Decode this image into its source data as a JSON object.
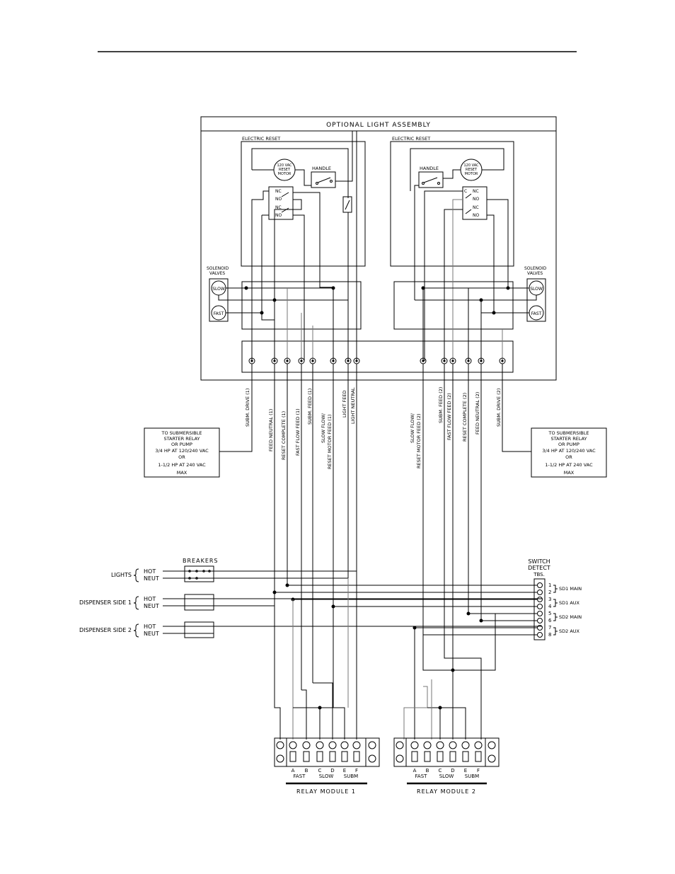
{
  "panel": {
    "title": "OPTIONAL LIGHT ASSEMBLY",
    "left_reset_label": "ELECTRIC RESET",
    "right_reset_label": "ELECTRIC RESET",
    "motor_label": [
      "120 VAC",
      "RESET",
      "MOTOR"
    ],
    "handle_label": "HANDLE",
    "nc_label": "NC",
    "no_label": "NO",
    "c_label": "C",
    "solenoid_label": [
      "SOLENOID",
      "VALVES"
    ],
    "slow_label": "SLOW",
    "fast_label": "FAST"
  },
  "wire_labels_left": [
    "SUBM. DRIVE (1)",
    "FEED NEUTRAL (1)",
    "RESET COMPLETE (1)",
    "FAST FLOW FEED (1)",
    "SUBM. FEED (1)",
    "SLOW FLOW/",
    "RESET MOTOR FEED (1)",
    "LIGHT FEED",
    "LIGHT NEUTRAL"
  ],
  "wire_labels_right": [
    "SLOW FLOW/",
    "RESET MOTOR FEED (2)",
    "SUBM. FEED (2)",
    "FAST FLOW FEED (2)",
    "RESET COMPLETE (2)",
    "FEED NEUTRAL (2)",
    "SUBM. DRIVE (2)"
  ],
  "subm_note_left": [
    "TO SUBMERSIBLE",
    "STARTER RELAY",
    "OR PUMP",
    "3/4 HP AT 120/240 VAC",
    "OR",
    "1-1/2 HP AT 240 VAC",
    "MAX"
  ],
  "subm_note_right": [
    "TO SUBMERSIBLE",
    "STARTER RELAY",
    "OR PUMP",
    "3/4 HP AT 120/240 VAC",
    "OR",
    "1-1/2 HP AT 240 VAC",
    "MAX"
  ],
  "breakers": {
    "title": "BREAKERS",
    "rows": [
      {
        "name": "LIGHTS",
        "hot": "HOT",
        "neut": "NEUT"
      },
      {
        "name": "DISPENSER SIDE 1",
        "hot": "HOT",
        "neut": "NEUT"
      },
      {
        "name": "DISPENSER SIDE 2",
        "hot": "HOT",
        "neut": "NEUT"
      }
    ]
  },
  "switch_detect": {
    "title": [
      "SWITCH",
      "DETECT",
      "TBS."
    ],
    "terminals": [
      "1",
      "2",
      "3",
      "4",
      "5",
      "6",
      "7",
      "8"
    ],
    "groups": [
      "SD1 MAIN",
      "SD1 AUX",
      "SD2 MAIN",
      "SD2 AUX"
    ]
  },
  "relay_modules": [
    {
      "name": "RELAY MODULE 1",
      "terminals": [
        "A",
        "B",
        "C",
        "D",
        "E",
        "F"
      ],
      "groups": [
        "FAST",
        "SLOW",
        "SUBM"
      ]
    },
    {
      "name": "RELAY MODULE 2",
      "terminals": [
        "A",
        "B",
        "C",
        "D",
        "E",
        "F"
      ],
      "groups": [
        "FAST",
        "SLOW",
        "SUBM"
      ]
    }
  ]
}
